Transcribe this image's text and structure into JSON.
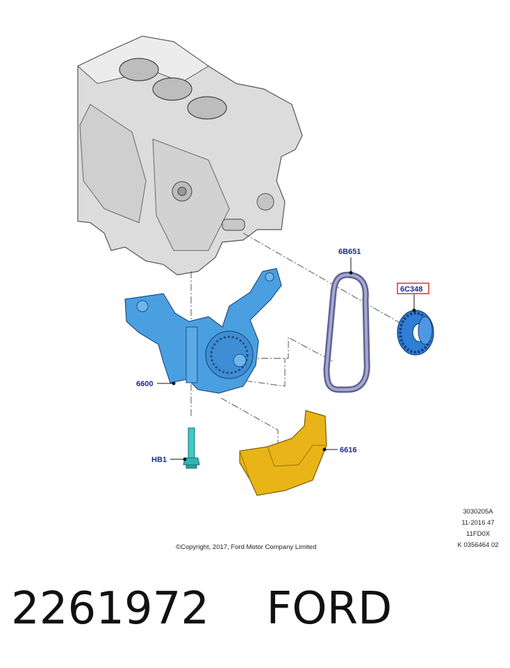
{
  "callouts": {
    "belt": "6B651",
    "sprocket": "6C348",
    "oil_pump": "6600",
    "bolt": "HB1",
    "baffle": "6616"
  },
  "meta_lines": [
    "3030205A",
    "11-2016 47",
    "11FD0X",
    "K 0356464 02"
  ],
  "copyright": "©Copyright, 2017, Ford Motor Company Limited",
  "part_number": "2261972",
  "brand": "FORD",
  "colors": {
    "engine_block": "#d8d8d8",
    "oil_pump": "#4a9fe0",
    "belt": "#8a8fb8",
    "sprocket": "#2f7fd6",
    "bolt": "#3cc9c9",
    "baffle": "#e8b418",
    "callout_text": "#1a2a8c",
    "highlight_box": "#e03030"
  }
}
